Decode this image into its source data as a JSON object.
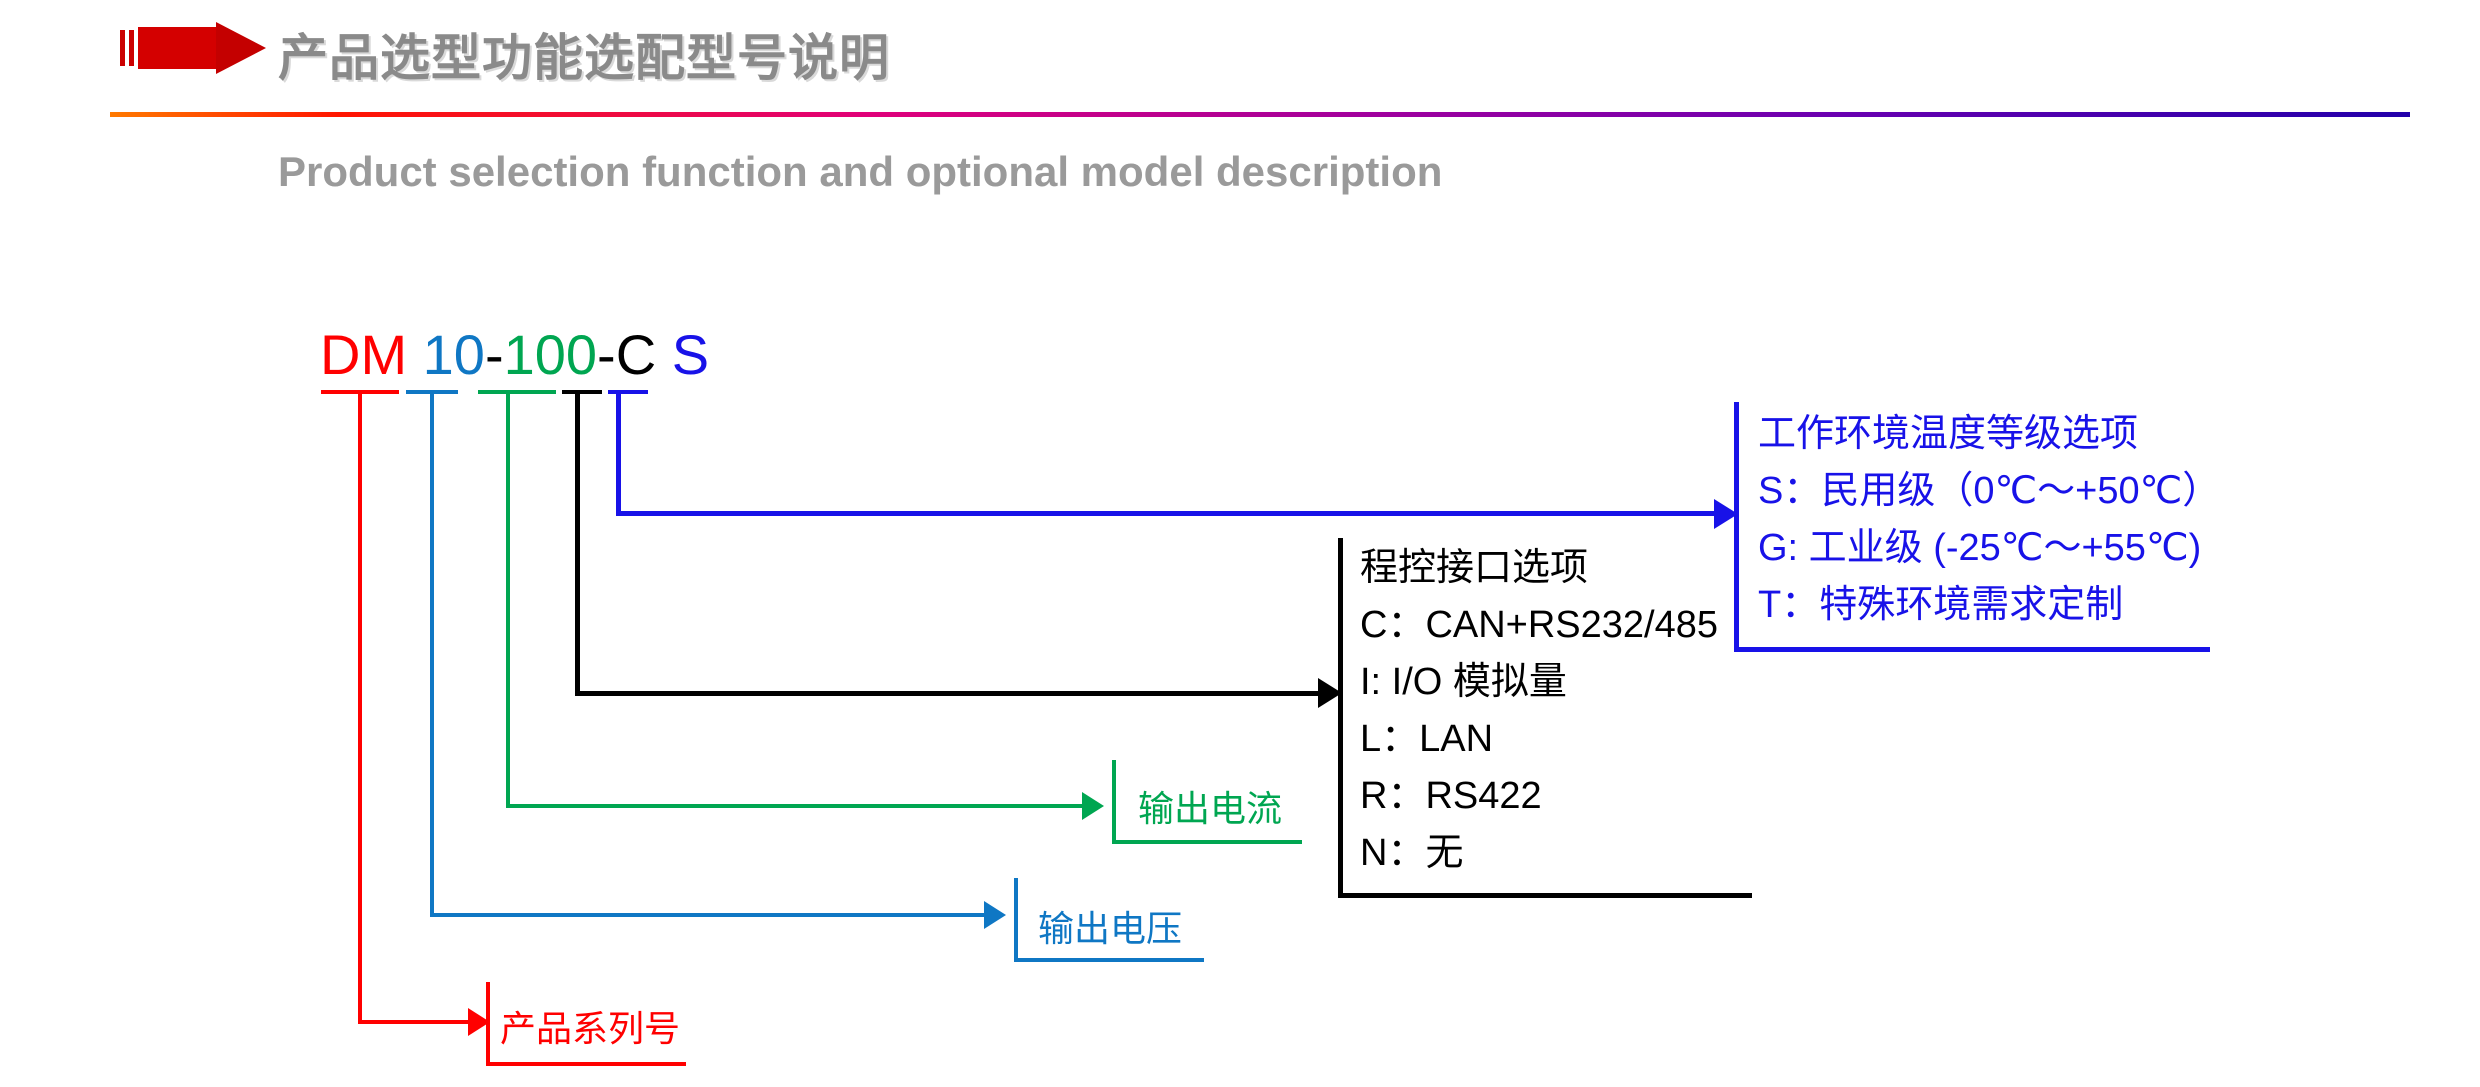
{
  "header": {
    "arrow_icon": "right-arrow-icon",
    "title": "产品选型功能选配型号说明",
    "subtitle": "Product selection function and optional model description",
    "rule_gradient": [
      "#ff7a00",
      "#ff1500",
      "#e0007a",
      "#a0009e",
      "#6a00b0",
      "#2200aa"
    ]
  },
  "model_code": {
    "segments": [
      {
        "text": "DM",
        "color": "#ff0000",
        "name": "series"
      },
      {
        "text": " ",
        "color": "#000000",
        "name": "space"
      },
      {
        "text": "10",
        "color": "#0f77c4",
        "name": "voltage"
      },
      {
        "text": "-",
        "color": "#000000",
        "name": "dash1"
      },
      {
        "text": "100",
        "color": "#00a651",
        "name": "current"
      },
      {
        "text": "-",
        "color": "#000000",
        "name": "dash2"
      },
      {
        "text": "C",
        "color": "#000000",
        "name": "interface"
      },
      {
        "text": " ",
        "color": "#000000",
        "name": "space2"
      },
      {
        "text": "S",
        "color": "#1812e8",
        "name": "temperature"
      }
    ],
    "full": "DM 10-100-C S"
  },
  "callouts": {
    "series": {
      "label": "产品系列号",
      "color": "#ff0000"
    },
    "voltage": {
      "label": "输出电压",
      "color": "#0f77c4"
    },
    "current": {
      "label": "输出电流",
      "color": "#00a651"
    }
  },
  "interface_options": {
    "color": "#000000",
    "title": "程控接口选项",
    "items": [
      "C：CAN+RS232/485",
      "I: I/O 模拟量",
      "L：LAN",
      "R：RS422",
      "N：无"
    ]
  },
  "temperature_options": {
    "color": "#1812e8",
    "title": "工作环境温度等级选项",
    "items": [
      "S：民用级（0℃～+50℃）",
      "G: 工业级 (-25℃～+55℃)",
      "T：特殊环境需求定制"
    ]
  }
}
